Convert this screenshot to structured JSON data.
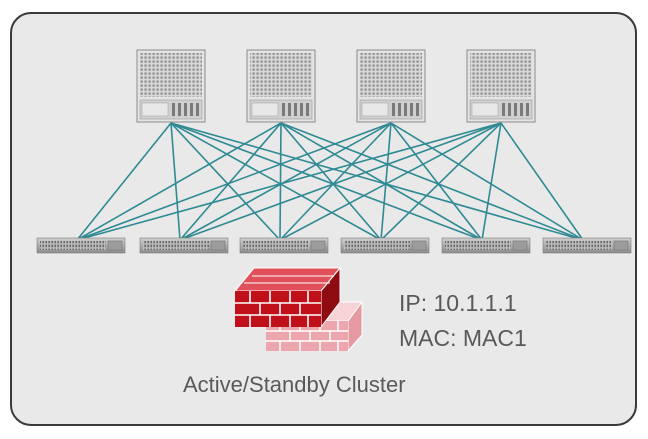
{
  "diagram": {
    "spine_switches": [
      {
        "id": "spine-1"
      },
      {
        "id": "spine-2"
      },
      {
        "id": "spine-3"
      },
      {
        "id": "spine-4"
      }
    ],
    "leaf_switches": [
      {
        "id": "leaf-1"
      },
      {
        "id": "leaf-2"
      },
      {
        "id": "leaf-3"
      },
      {
        "id": "leaf-4"
      },
      {
        "id": "leaf-5"
      },
      {
        "id": "leaf-6"
      }
    ],
    "links": "full-mesh",
    "colors": {
      "background": "#e9e9ea",
      "border": "#3a3a3a",
      "link": "#2f8a93",
      "firewall_active": "#c0101a",
      "firewall_standby": "#eba7ad",
      "text": "#595959"
    },
    "firewall": {
      "ip_label": "IP: 10.1.1.1",
      "mac_label": "MAC: MAC1",
      "cluster_label": "Active/Standby Cluster"
    }
  }
}
